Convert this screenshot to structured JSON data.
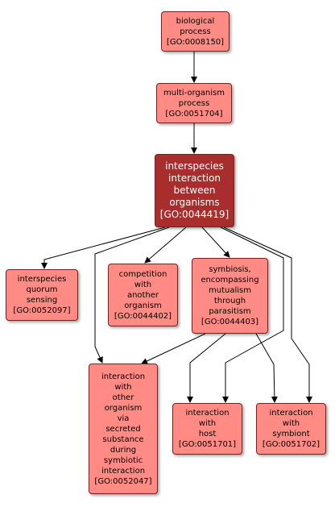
{
  "colors": {
    "node_fill": "#ff8b84",
    "focus_fill": "#a82e2e",
    "border": "#7a2020",
    "edge": "#000000"
  },
  "nodes": [
    {
      "id": "n0",
      "name": "biological\nprocess",
      "go": "[GO:0008150]"
    },
    {
      "id": "n1",
      "name": "multi-organism\nprocess",
      "go": "[GO:0051704]"
    },
    {
      "id": "n2",
      "name": "interspecies\ninteraction\nbetween\norganisms",
      "go": "[GO:0044419]"
    },
    {
      "id": "n3",
      "name": "interspecies\nquorum\nsensing",
      "go": "[GO:0052097]"
    },
    {
      "id": "n4",
      "name": "competition\nwith\nanother\norganism",
      "go": "[GO:0044402]"
    },
    {
      "id": "n5",
      "name": "symbiosis,\nencompassing\nmutualism\nthrough\nparasitism",
      "go": "[GO:0044403]"
    },
    {
      "id": "n6",
      "name": "interaction\nwith\nother\norganism\nvia\nsecreted\nsubstance\nduring\nsymbiotic\ninteraction",
      "go": "[GO:0052047]"
    },
    {
      "id": "n7",
      "name": "interaction\nwith\nhost",
      "go": "[GO:0051701]"
    },
    {
      "id": "n8",
      "name": "interaction\nwith\nsymbiont",
      "go": "[GO:0051702]"
    }
  ],
  "edges": [
    [
      "n0",
      "n1"
    ],
    [
      "n1",
      "n2"
    ],
    [
      "n2",
      "n3"
    ],
    [
      "n2",
      "n4"
    ],
    [
      "n2",
      "n5"
    ],
    [
      "n2",
      "n6"
    ],
    [
      "n2",
      "n7"
    ],
    [
      "n2",
      "n8"
    ],
    [
      "n5",
      "n6"
    ],
    [
      "n5",
      "n7"
    ],
    [
      "n5",
      "n8"
    ]
  ]
}
